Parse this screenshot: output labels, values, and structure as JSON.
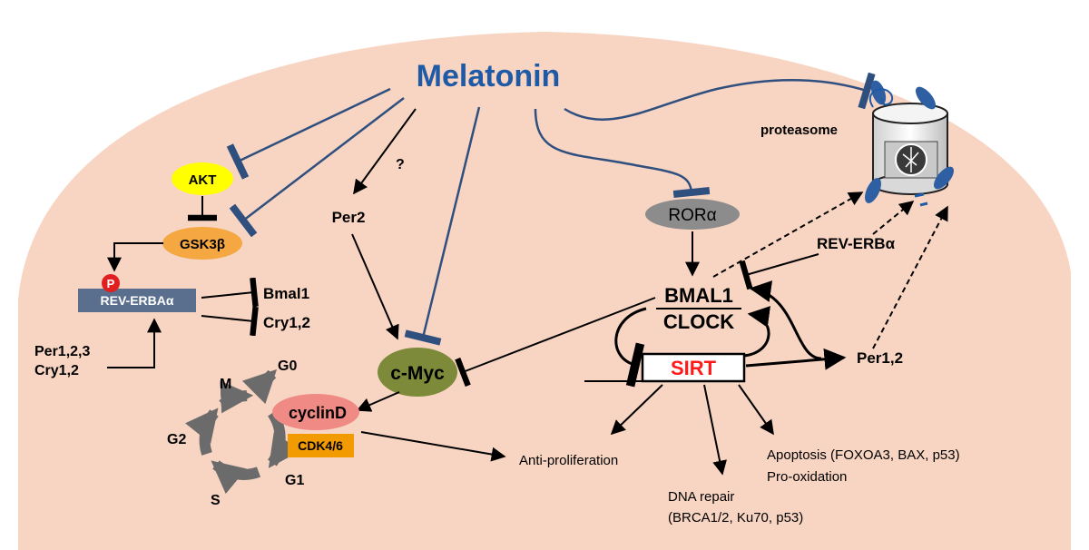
{
  "title": "Melatonin",
  "nodes": {
    "akt": "AKT",
    "gsk3b": "GSK3β",
    "rev_erba_left": "REV-ERBAα",
    "phospho": "P",
    "bmal1_left": "Bmal1",
    "cry12_left": "Cry1,2",
    "per123": "Per1,2,3",
    "cry12_bottom": "Cry1,2",
    "question": "?",
    "per2": "Per2",
    "cmyc": "c-Myc",
    "rora": "RORα",
    "bmal1": "BMAL1",
    "clock": "CLOCK",
    "sirt": "SIRT",
    "rev_erba_right": "REV-ERBα",
    "per12_right": "Per1,2",
    "proteasome": "proteasome"
  },
  "cell_cycle": {
    "m": "M",
    "g0": "G0",
    "g2": "G2",
    "g1": "G1",
    "s": "S",
    "cyclind": "cyclinD",
    "cdk46": "CDK4/6"
  },
  "outcomes": {
    "anti_proliferation": "Anti-proliferation",
    "dna_repair_1": "DNA repair",
    "dna_repair_2": "(BRCA1/2, Ku70, p53)",
    "apoptosis_1": "Apoptosis (FOXOA3, BAX, p53)",
    "apoptosis_2": "Pro-oxidation"
  },
  "colors": {
    "cell_fill": "#f8d5c2",
    "melatonin_blue": "#1f5aa6",
    "inhibit_line": "#2f4f7f",
    "akt_yellow": "#ffff00",
    "gsk_orange": "#f5a742",
    "rev_box": "#5a6f8e",
    "phospho_red": "#e02020",
    "cmyc_green": "#7c8a3a",
    "rora_gray": "#8c8c8c",
    "cyclind_pink": "#f08a84",
    "cdk_orange": "#f29b00",
    "sirt_red": "#ff1a1a",
    "arrow_gray": "#6b6b6b"
  }
}
